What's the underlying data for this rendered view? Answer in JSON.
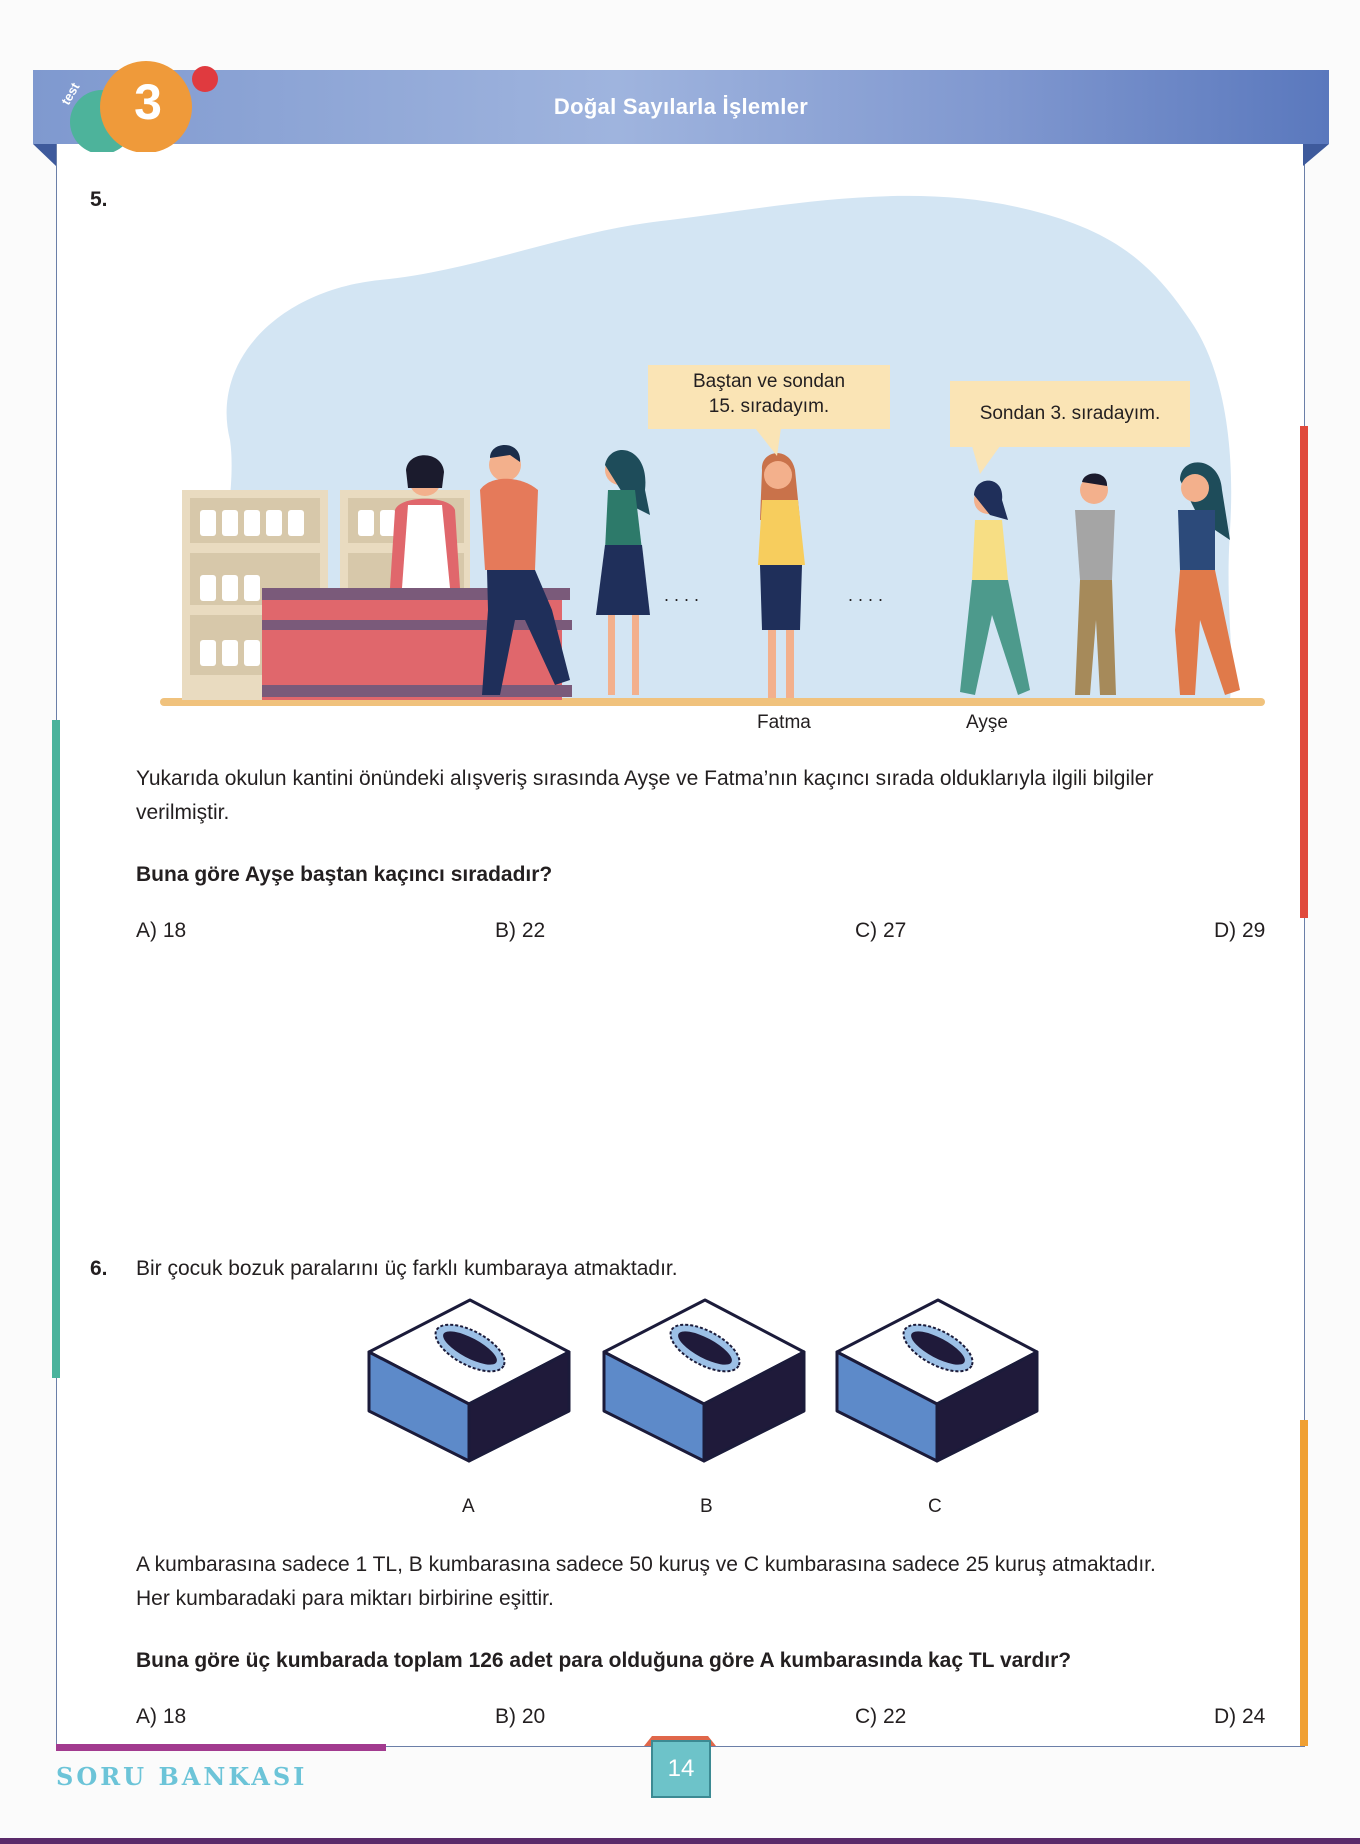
{
  "header": {
    "badge_label": "test",
    "test_number": "3",
    "title": "Doğal Sayılarla İşlemler"
  },
  "questions": [
    {
      "number": "5.",
      "speech_bubbles": {
        "fatma": [
          "Baştan ve sondan",
          "15. sıradayım."
        ],
        "ayse": "Sondan 3. sıradayım."
      },
      "dots": ". . . .",
      "name_labels": [
        "Fatma",
        "Ayşe"
      ],
      "text_lines": [
        "Yukarıda okulun kantini önündeki alışveriş sırasında Ayşe ve Fatma’nın kaçıncı sırada olduklarıyla ilgili bilgiler",
        "verilmiştir."
      ],
      "prompt": "Buna göre Ayşe baştan kaçıncı sıradadır?",
      "options": [
        "A) 18",
        "B) 22",
        "C) 27",
        "D) 29"
      ]
    },
    {
      "number": "6.",
      "intro": "Bir çocuk bozuk paralarını üç farklı kumbaraya atmaktadır.",
      "box_labels": [
        "A",
        "B",
        "C"
      ],
      "text_lines": [
        "A kumbarasına sadece 1 TL, B kumbarasına sadece 50 kuruş ve C kumbarasına sadece 25 kuruş atmaktadır.",
        "Her kumbaradaki para miktarı birbirine eşittir."
      ],
      "prompt": "Buna göre üç kumbarada toplam 126 adet para olduğuna göre A kumbarasında kaç TL vardır?",
      "options": [
        "A) 18",
        "B) 20",
        "C) 22",
        "D) 24"
      ]
    }
  ],
  "footer": {
    "book_title": "SORU BANKASI",
    "page_number": "14"
  },
  "colors": {
    "header_blue": "#7f99cf",
    "badge_orange": "#ef9a3a",
    "badge_teal": "#4db39b",
    "accent_red": "#e04a3c",
    "accent_orange": "#f0a033",
    "accent_teal": "#4ab39c",
    "accent_purple": "#a23b8f",
    "footer_cyan": "#6cc4d8"
  }
}
